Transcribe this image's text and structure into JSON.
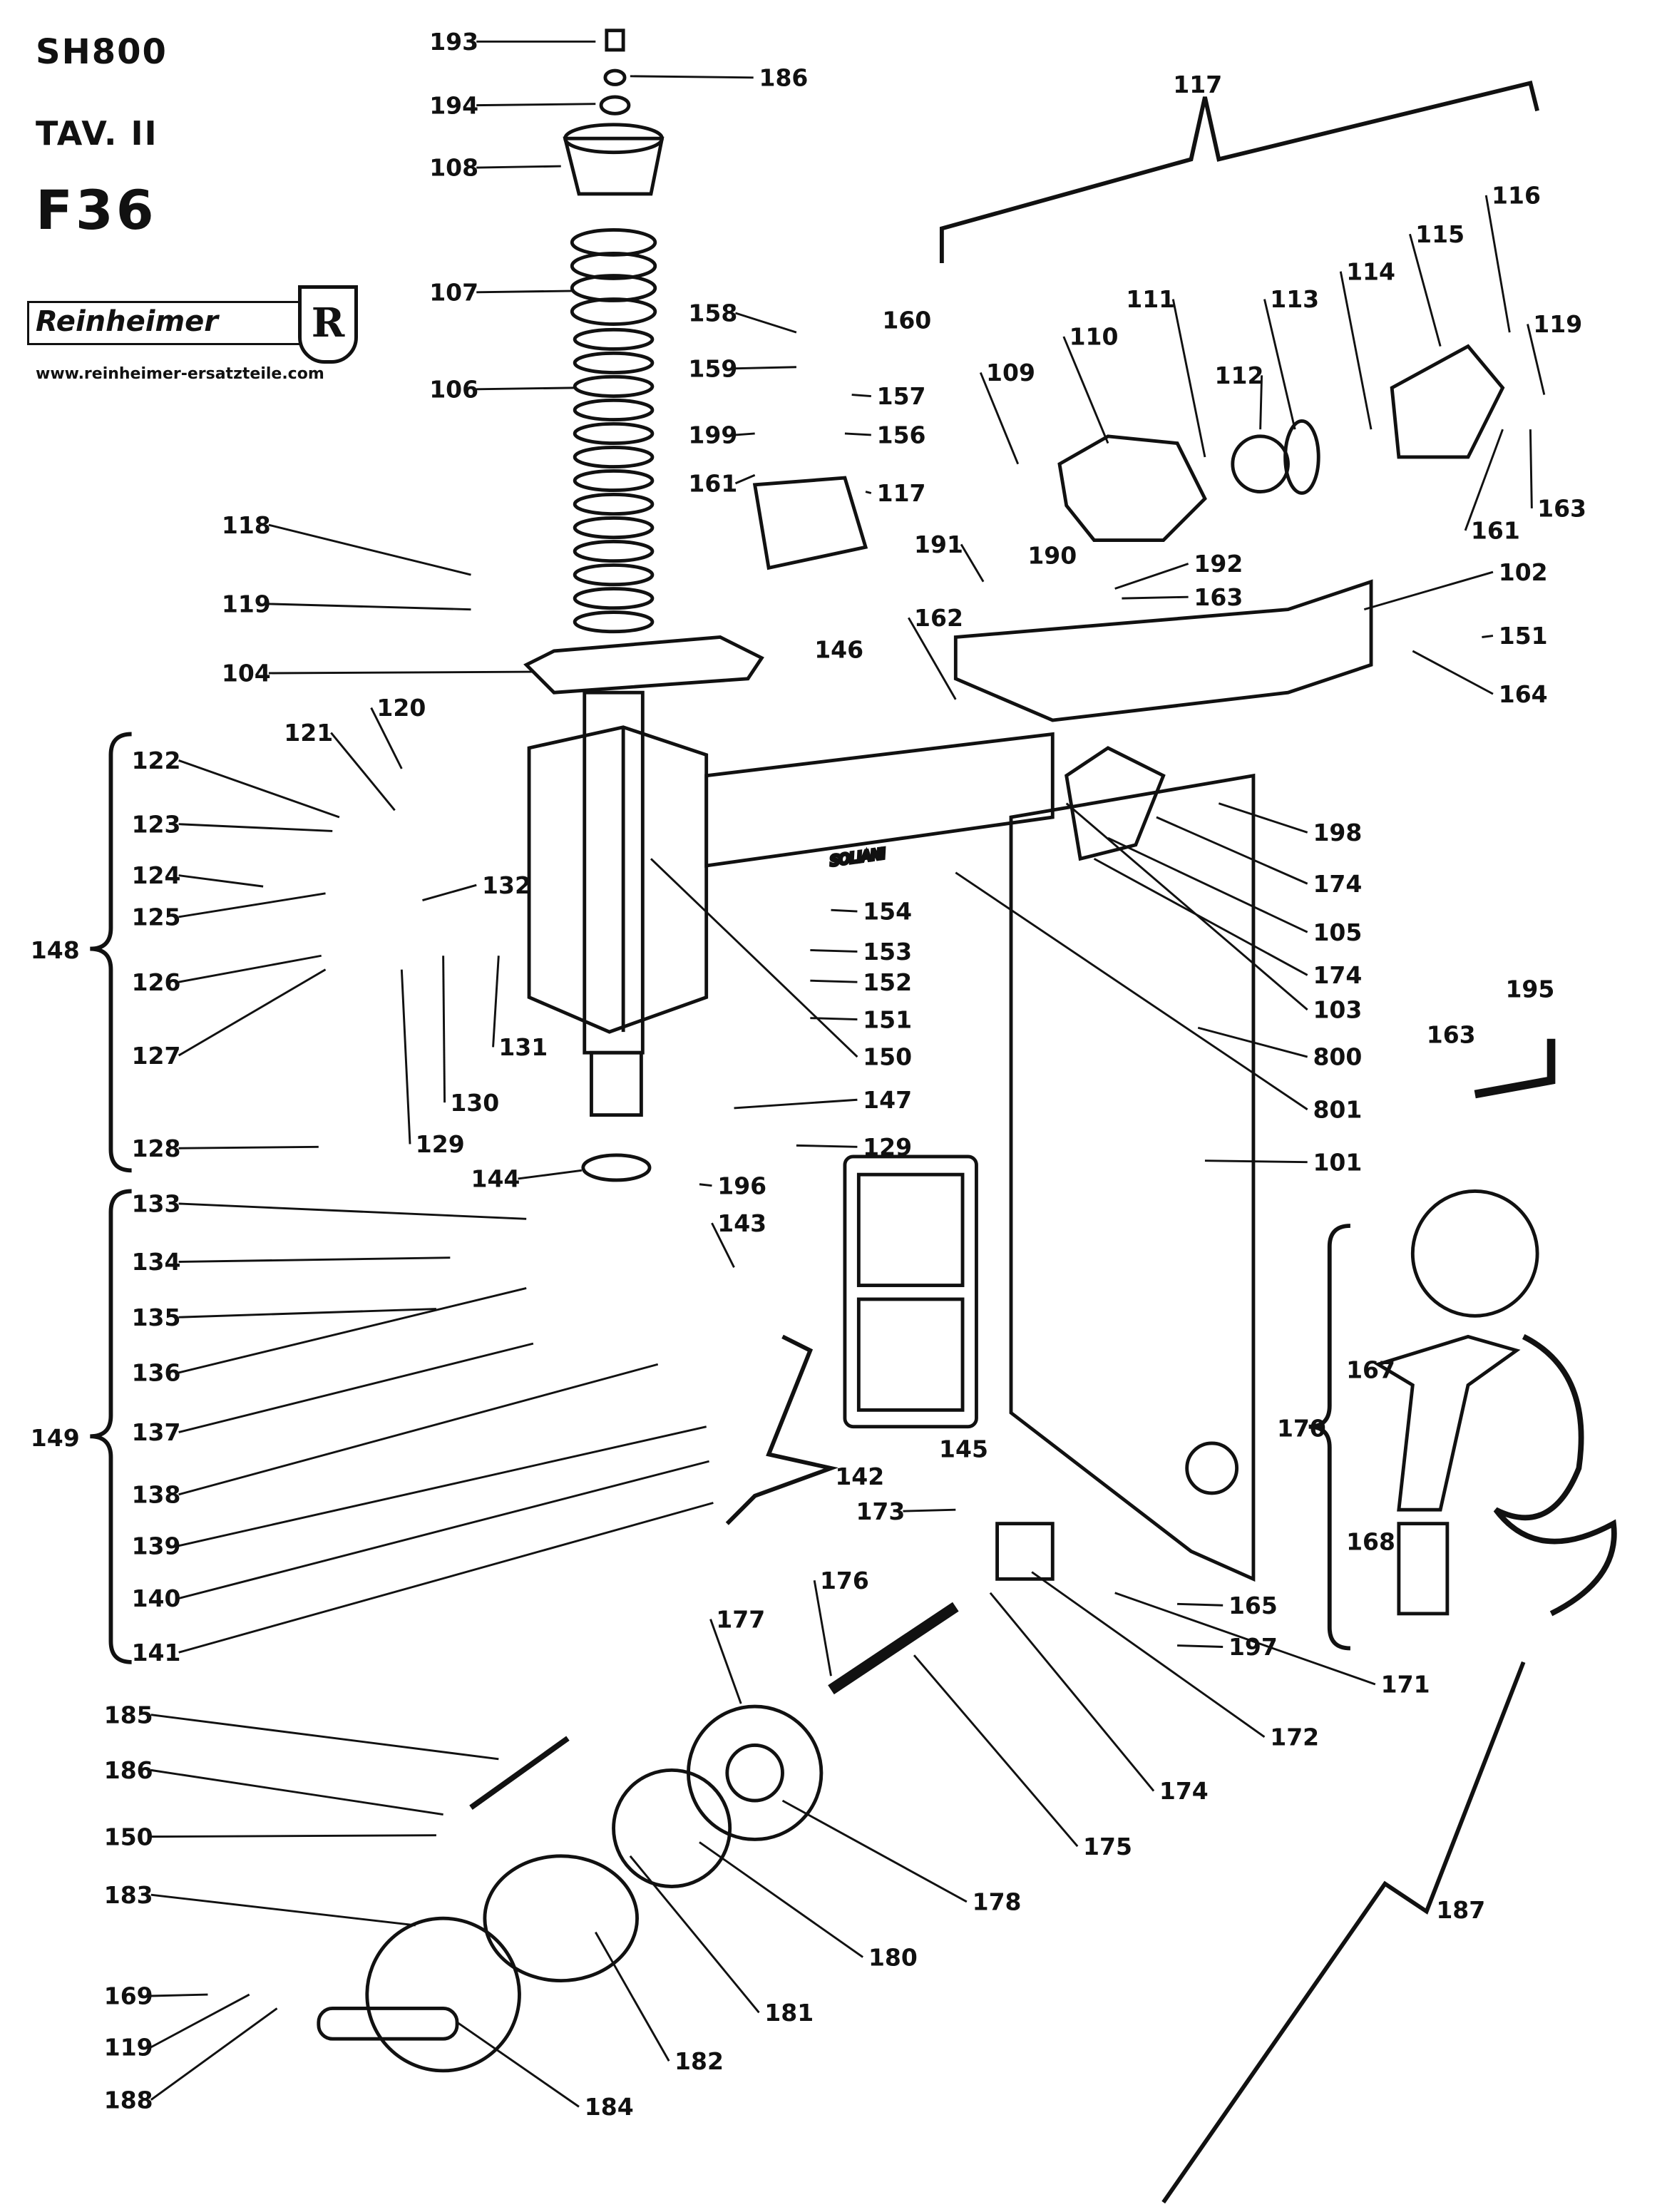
{
  "header": {
    "model": "SH800",
    "table": "TAV. II",
    "figure": "F36"
  },
  "logo": {
    "brand": "Reinheimer",
    "emblem": "R",
    "url": "www.reinheimer-ersatzteile.com"
  },
  "stamp_on_part": "SOLIANI",
  "part_labels": [
    "193",
    "186",
    "194",
    "108",
    "107",
    "106",
    "118",
    "119",
    "104",
    "122",
    "121",
    "120",
    "123",
    "124",
    "125",
    "132",
    "126",
    "127",
    "128",
    "131",
    "130",
    "129",
    "148",
    "133",
    "134",
    "135",
    "136",
    "137",
    "138",
    "139",
    "140",
    "141",
    "149",
    "144",
    "196",
    "143",
    "142",
    "145",
    "173",
    "150",
    "147",
    "129",
    "154",
    "153",
    "152",
    "151",
    "158",
    "159",
    "160",
    "157",
    "156",
    "199",
    "161",
    "117",
    "146",
    "109",
    "110",
    "111",
    "112",
    "113",
    "114",
    "115",
    "116",
    "119",
    "161",
    "163",
    "117",
    "191",
    "190",
    "192",
    "163",
    "102",
    "151",
    "164",
    "162",
    "198",
    "174",
    "105",
    "174",
    "103",
    "800",
    "801",
    "101",
    "163",
    "195",
    "170",
    "167",
    "168",
    "165",
    "197",
    "171",
    "172",
    "174",
    "175",
    "176",
    "177",
    "178",
    "180",
    "181",
    "182",
    "184",
    "183",
    "185",
    "186",
    "150",
    "169",
    "119",
    "188",
    "187"
  ],
  "colors": {
    "ink": "#111111",
    "paper": "#ffffff"
  }
}
